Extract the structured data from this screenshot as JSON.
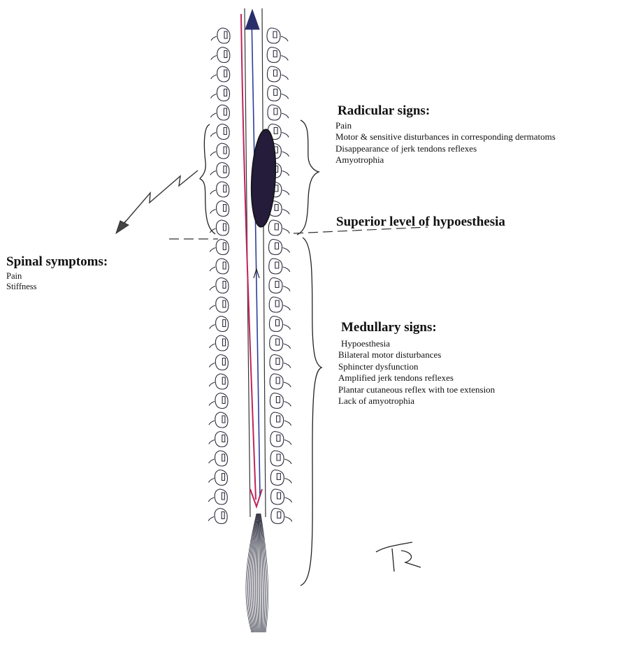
{
  "radicular": {
    "heading": "Radicular signs:",
    "items": [
      "Pain",
      "Motor & sensitive disturbances in corresponding dermatoms",
      "Disappearance of jerk tendons reflexes",
      "Amyotrophia"
    ]
  },
  "superior_level": {
    "heading": "Superior level of hypoesthesia"
  },
  "spinal": {
    "heading": "Spinal symptoms:",
    "items": [
      "Pain",
      "Stiffness"
    ]
  },
  "medullary": {
    "heading": "Medullary signs:",
    "items": [
      "Hypoesthesia",
      "Bilateral motor disturbances",
      "Sphincter dysfunction",
      "Amplified jerk tendons reflexes",
      "Plantar cutaneous reflex with toe extension",
      "Lack of amyotrophia"
    ]
  },
  "colors": {
    "ink": "#2a2a3a",
    "red_arrow": "#c0245a",
    "blue_arrow": "#2c3e9a",
    "lesion": "#241c3a"
  }
}
